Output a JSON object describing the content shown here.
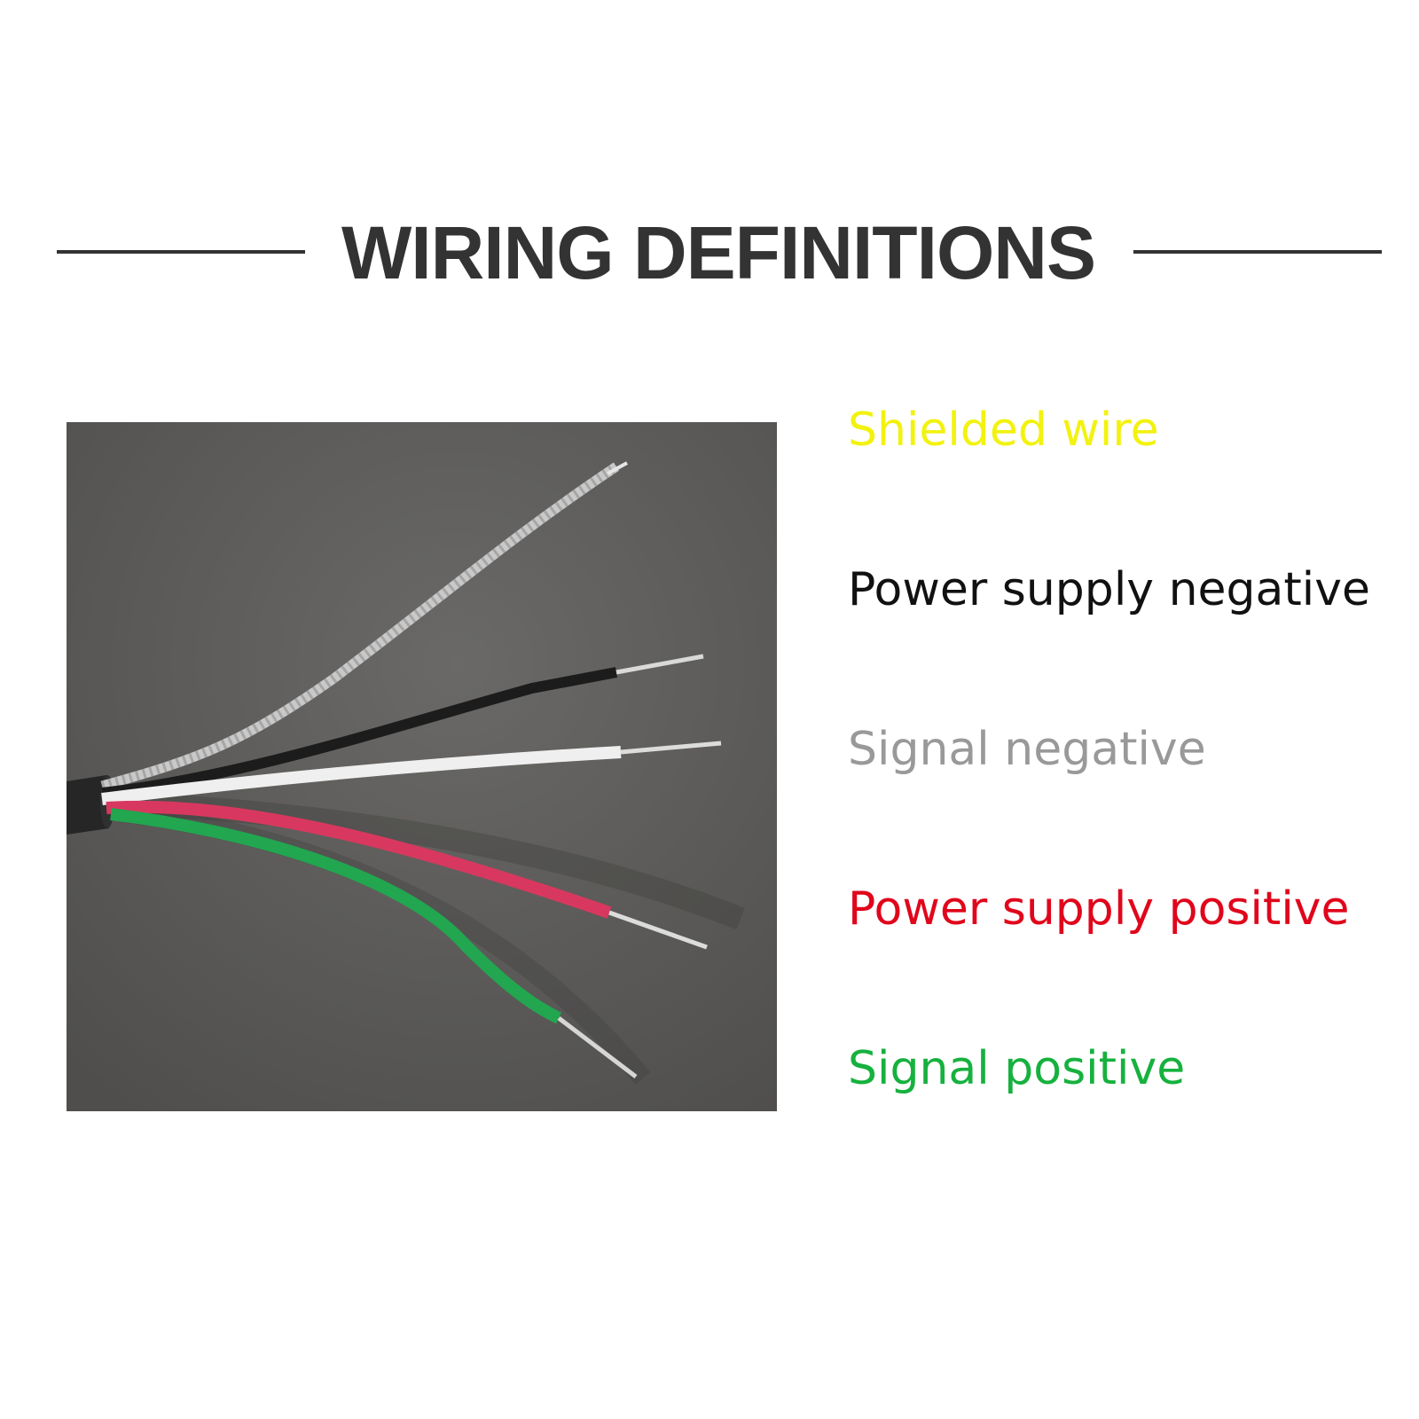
{
  "header": {
    "title": "WIRING DEFINITIONS"
  },
  "photo": {
    "subject": "five-core-shielded-cable",
    "background_color": "#5f5e5c",
    "wire_colors": [
      "#cfcfcf",
      "#1c1c1c",
      "#eeeeee",
      "#d8385f",
      "#22a650"
    ]
  },
  "legend": {
    "items": [
      {
        "label": "Shielded wire",
        "color": "#f2f20f"
      },
      {
        "label": "Power supply negative",
        "color": "#111111"
      },
      {
        "label": "Signal negative",
        "color": "#999999"
      },
      {
        "label": "Power supply positive",
        "color": "#e0061b"
      },
      {
        "label": "Signal positive",
        "color": "#16b13e"
      }
    ]
  }
}
